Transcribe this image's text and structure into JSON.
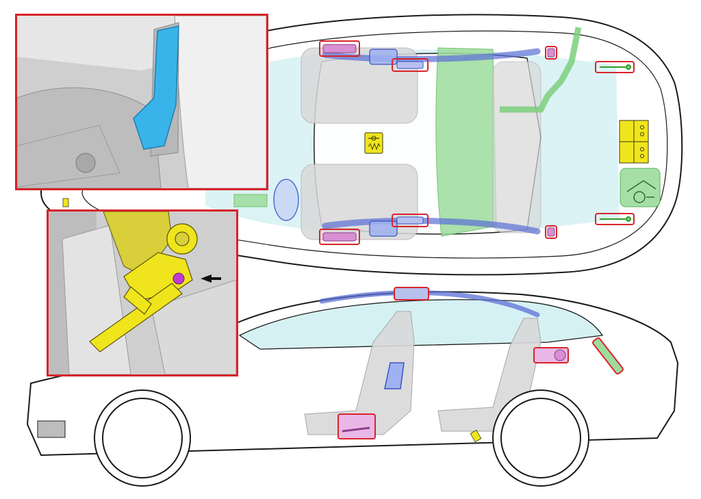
{
  "diagram": {
    "views": [
      "top-view",
      "side-view"
    ],
    "insets": [
      "seat-side-airbag-detail",
      "seatbelt-pretensioner-detail"
    ],
    "colors": {
      "outline": "#1a1a1a",
      "highlight_box": "#d8232a",
      "curtain_airbag": "#5b6fd6",
      "side_airbag": "#39b4ea",
      "pretensioner": "#f0e51c",
      "sensor": "#d88fd3",
      "wiring": "#7ccf7c",
      "cabin_tint": "#d6f1f3",
      "seat_gray": "#d9d9d9"
    },
    "icons": [
      "occupant-classification-sensor-icon",
      "restraint-control-module-icon",
      "hood-pedestrian-icon"
    ]
  }
}
